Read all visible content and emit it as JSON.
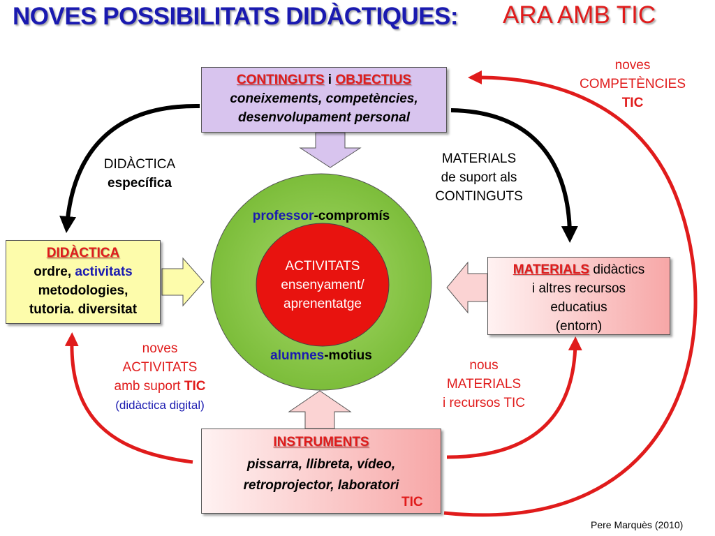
{
  "title": "NOVES POSSIBILITATS DIDÀCTIQUES:",
  "subtitle": "ARA  AMB TIC",
  "top_box": {
    "heading_1": "CONTINGUTS",
    "connector": "i",
    "heading_2": "OBJECTIUS",
    "line_1": "coneixements, competències,",
    "line_2": "desenvolupament personal"
  },
  "left_box": {
    "heading": "DIDÀCTICA",
    "line_1_a": "ordre, ",
    "line_1_b": "activitats",
    "line_2": "metodologies,",
    "line_3": "tutoria. diversitat"
  },
  "right_box": {
    "heading": "MATERIALS",
    "heading_rest": " didàctics",
    "line_2": "i altres recursos",
    "line_3": "educatius",
    "line_4": "(entorn)"
  },
  "bottom_box": {
    "heading": "INSTRUMENTS",
    "line_1": "pissarra, llibreta, vídeo,",
    "line_2": "retroprojector, laboratori",
    "tic": "TIC"
  },
  "center": {
    "outer_top_a": "professor",
    "outer_top_b": "-compromís",
    "outer_bottom_a": "alumnes",
    "outer_bottom_b": "-motius",
    "inner_line_1": "ACTIVITATS",
    "inner_line_2": "ensenyament/",
    "inner_line_3": "aprenentatge"
  },
  "labels": {
    "didactica_especifica_1": "DIDÀCTICA",
    "didactica_especifica_2": "específica",
    "materials_suport_1": "MATERIALS",
    "materials_suport_2": "de suport als",
    "materials_suport_3": "CONTINGUTS",
    "noves_competencies_1": "noves",
    "noves_competencies_2": "COMPETÈNCIES",
    "noves_competencies_3": "TIC",
    "noves_activitats_1": "noves",
    "noves_activitats_2": "ACTIVITATS",
    "noves_activitats_3a": "amb suport ",
    "noves_activitats_3b": "TIC",
    "noves_activitats_4": "(didàctica digital)",
    "nous_materials_1": "nous",
    "nous_materials_2": "MATERIALS",
    "nous_materials_3": "i recursos TIC"
  },
  "credit": "Pere Marquès (2010)",
  "colors": {
    "title_blue": "#1a1ab0",
    "accent_red": "#e01b1b",
    "top_box": "#d8c4ee",
    "left_box": "#fdfcab",
    "pink_box": "#f7a7a7",
    "outer_circle": "#8dc94a",
    "inner_circle": "#e8130f"
  }
}
